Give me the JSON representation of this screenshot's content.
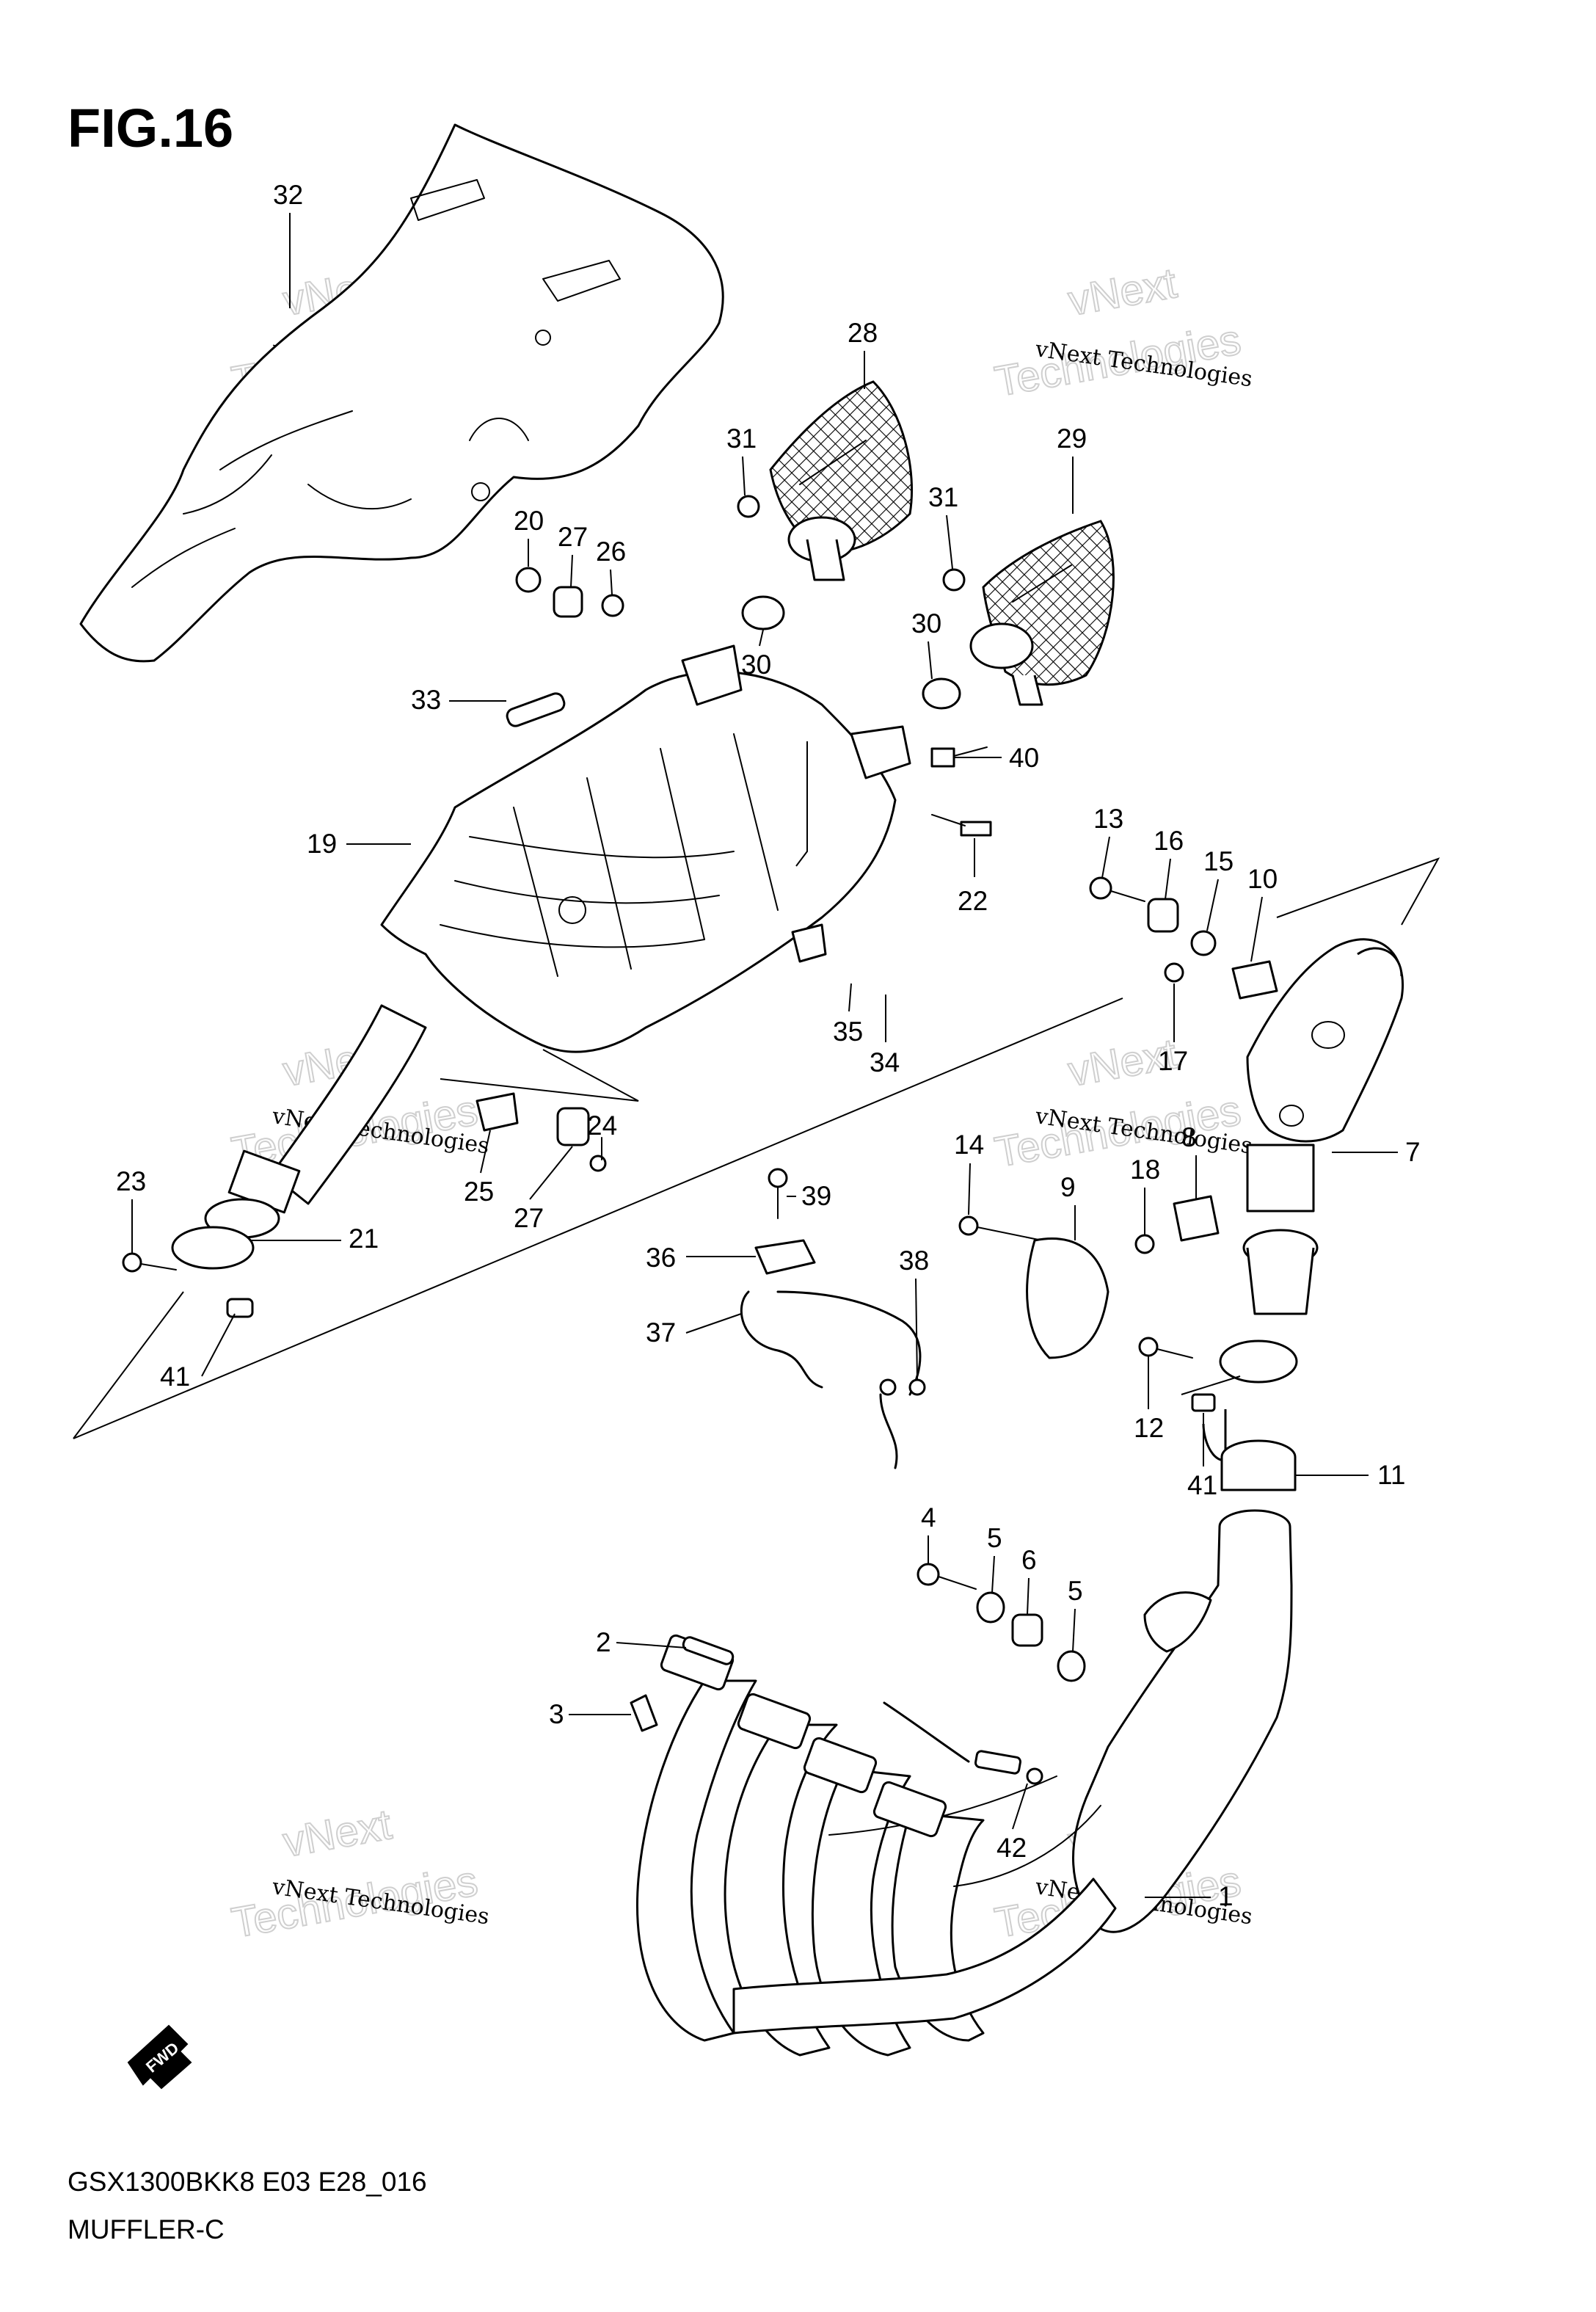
{
  "figure": {
    "title": "FIG.16",
    "model_code": "GSX1300BKK8 E03 E28_016",
    "section_name": "MUFFLER-C"
  },
  "watermark": {
    "small_text": "vNext Technologies",
    "big_line_1": "vNext",
    "big_line_2": "Technologies"
  },
  "fwd_label": "FWD",
  "callouts": [
    "32",
    "28",
    "31",
    "29",
    "31",
    "20",
    "27",
    "26",
    "30",
    "30",
    "33",
    "40",
    "19",
    "22",
    "13",
    "16",
    "15",
    "10",
    "35",
    "34",
    "17",
    "7",
    "14",
    "9",
    "18",
    "8",
    "23",
    "25",
    "27",
    "24",
    "39",
    "21",
    "36",
    "38",
    "37",
    "41",
    "12",
    "41",
    "11",
    "4",
    "5",
    "6",
    "5",
    "2",
    "3",
    "42",
    "1"
  ],
  "parts": [
    {
      "id": "heat-shield",
      "ref": "32"
    },
    {
      "id": "left-cover",
      "ref": "28"
    },
    {
      "id": "right-cover",
      "ref": "29"
    },
    {
      "id": "muffler-body",
      "ref": "19"
    },
    {
      "id": "silencer-end",
      "ref": "7"
    },
    {
      "id": "exhaust-manifold",
      "ref": "1"
    },
    {
      "id": "oxygen-sensor",
      "ref": "42"
    },
    {
      "id": "wire-harness",
      "ref": "37"
    }
  ]
}
